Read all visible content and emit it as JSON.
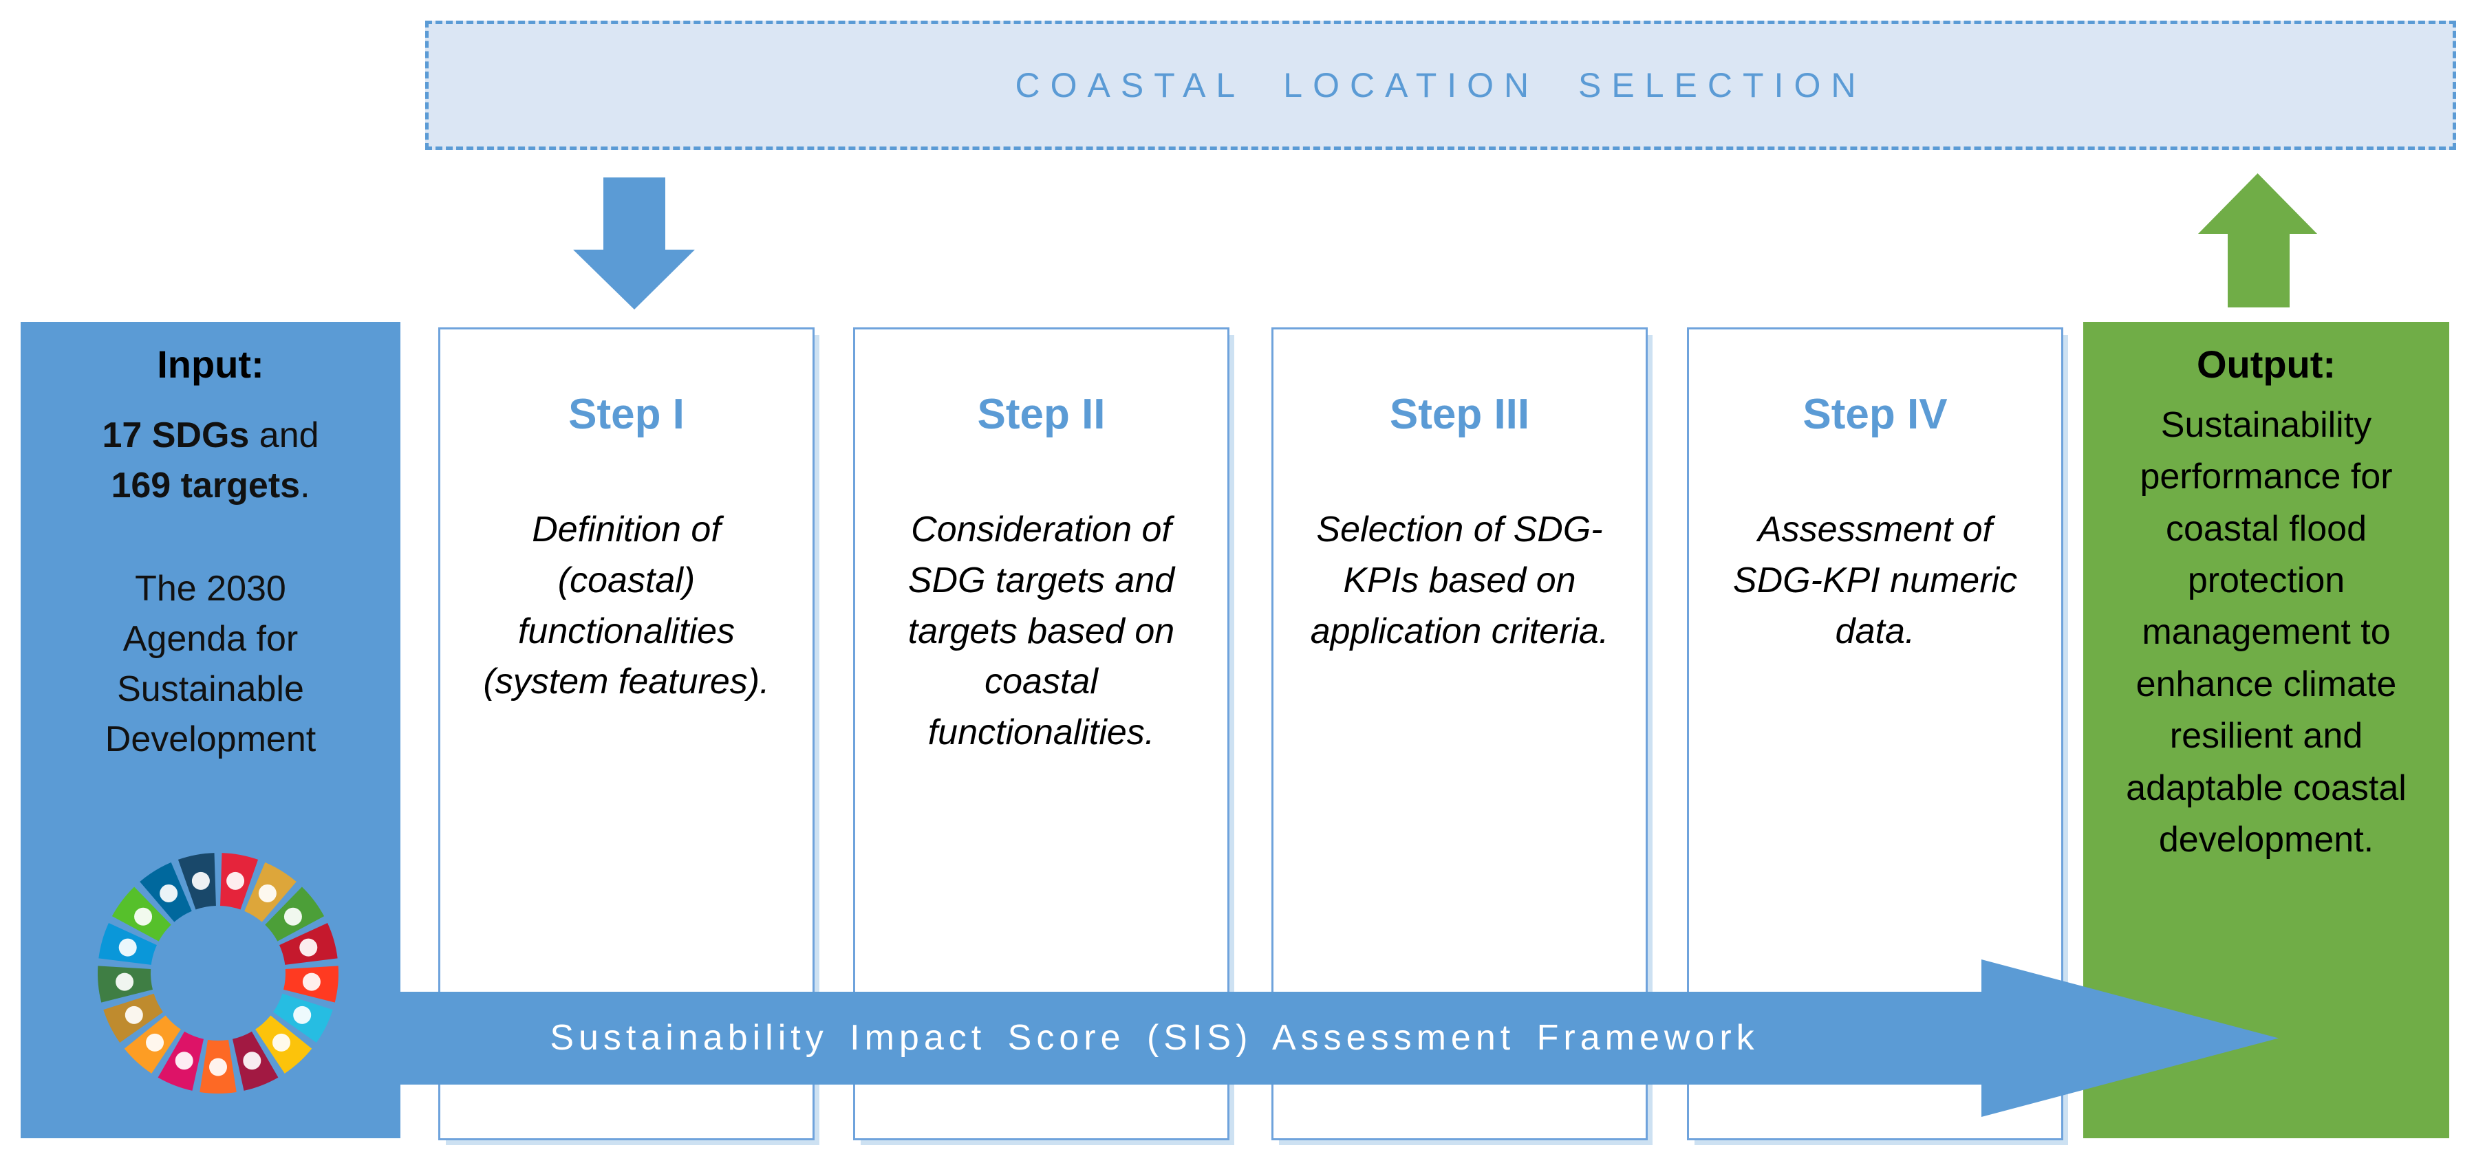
{
  "title_box": {
    "label": "COASTAL LOCATION SELECTION"
  },
  "input_box": {
    "heading": "Input:",
    "line1_bold": "17 SDGs",
    "line1_rest": " and",
    "line2_bold": "169 targets",
    "line2_rest": ".",
    "agenda": "The 2030 Agenda for Sustainable Development"
  },
  "steps": [
    {
      "title": "Step I",
      "description": "Definition of (coastal) functionalities (system features)."
    },
    {
      "title": "Step II",
      "description": "Consideration of SDG targets and targets based on coastal functionalities."
    },
    {
      "title": "Step III",
      "description": "Selection of SDG-KPIs based on application criteria."
    },
    {
      "title": "Step IV",
      "description": "Assessment of SDG-KPI numeric data."
    }
  ],
  "output_box": {
    "heading": "Output:",
    "body": "Sustainability performance for coastal flood protection management to enhance climate resilient and adaptable coastal development."
  },
  "flow_arrow": {
    "label": "Sustainability Impact Score (SIS) Assessment Framework"
  },
  "colors": {
    "blue": "#5b9bd5",
    "green": "#70ad47",
    "light_blue_fill": "#dbe6f4",
    "sdg_wheel": [
      "#E5243B",
      "#DDA63A",
      "#4C9F38",
      "#C5192D",
      "#FF3A21",
      "#26BDE2",
      "#FCC30B",
      "#A21942",
      "#FD6925",
      "#DD1367",
      "#FD9D24",
      "#BF8B2E",
      "#3F7E44",
      "#0A97D9",
      "#56C02B",
      "#00689D",
      "#19486A"
    ]
  }
}
